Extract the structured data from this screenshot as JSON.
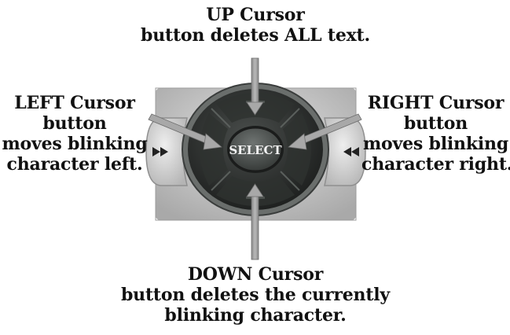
{
  "labels": {
    "up": {
      "line1": "UP Cursor",
      "line2": "button deletes ALL text."
    },
    "left": {
      "line1": "LEFT Cursor",
      "line2": "button",
      "line3": "moves blinking",
      "line4": "character left."
    },
    "right": {
      "line1": "RIGHT Cursor",
      "line2": "button",
      "line3": "moves blinking",
      "line4": "character right."
    },
    "down": {
      "line1": "DOWN Cursor",
      "line2": "button deletes the currently",
      "line3": "blinking character."
    }
  },
  "remote": {
    "select_label": "SELECT",
    "rewind_icon": "rewind-icon",
    "fast_forward_icon": "fast-forward-icon"
  },
  "colors": {
    "text": "#111111",
    "pad_dark": "#2a2d2b",
    "pad_ring": "#565a58",
    "remote_body": "#c9c9c9",
    "arrow": "#9a9a9a"
  }
}
